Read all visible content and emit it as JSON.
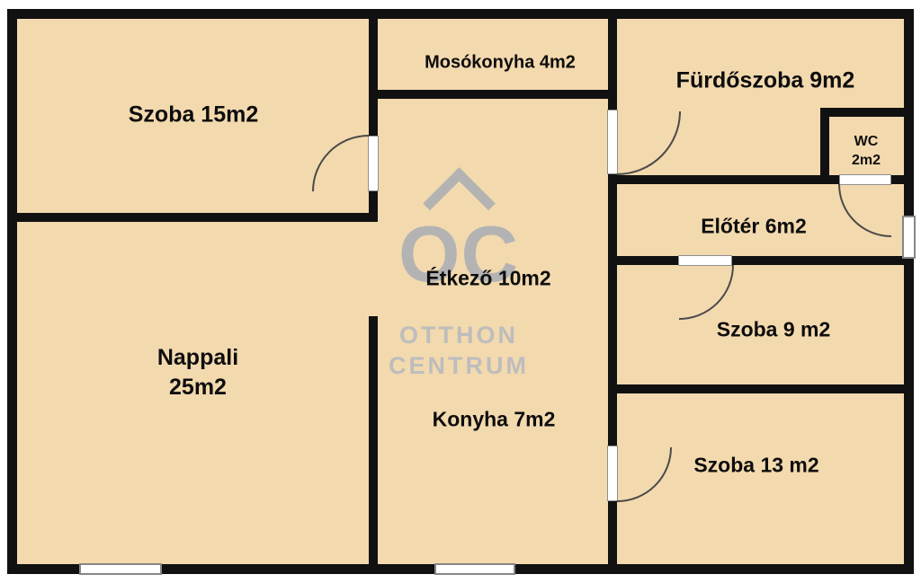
{
  "floorplan": {
    "bg_color": "#f3d9ae",
    "wall_color": "#111111",
    "watermark_color": "#b3b3b3",
    "rooms": {
      "szoba15": {
        "label": "Szoba 15m2"
      },
      "mosokonyha": {
        "label": "Mosókonyha 4m2"
      },
      "furdoszoba": {
        "label": "Fürdőszoba 9m2"
      },
      "wc": {
        "line1": "WC",
        "line2": "2m2"
      },
      "eloter": {
        "label": "Előtér 6m2"
      },
      "etkezo": {
        "label": "Étkező 10m2"
      },
      "szoba9": {
        "label": "Szoba 9 m2"
      },
      "nappali": {
        "line1": "Nappali",
        "line2": "25m2"
      },
      "konyha": {
        "label": "Konyha 7m2"
      },
      "szoba13": {
        "label": "Szoba 13 m2"
      }
    },
    "watermark": {
      "logo": "OC",
      "line1": "OTTHON",
      "line2": "CENTRUM"
    }
  }
}
